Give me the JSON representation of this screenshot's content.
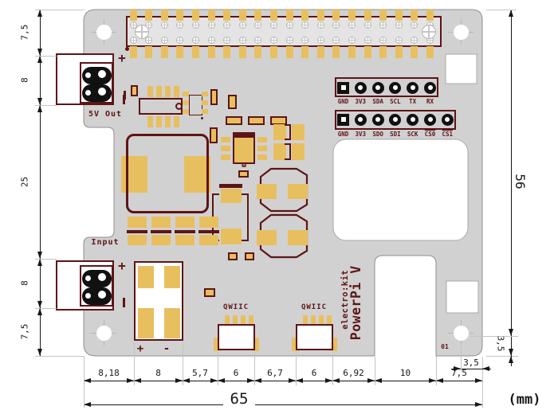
{
  "silkscreen": {
    "power_out_label": "5V Out",
    "input_label": "Input",
    "qwiic_label": "QWIIC",
    "brand": "electro:kit",
    "product": "PowerPi V",
    "revision": "01",
    "plus": "+",
    "minus": "-"
  },
  "header1": {
    "labels": [
      "GND",
      "3V3",
      "SDA",
      "SCL",
      "TX",
      "RX"
    ],
    "overline": [
      0,
      0,
      0,
      0,
      0,
      0
    ]
  },
  "header2": {
    "labels": [
      "GND",
      "3V3",
      "SDO",
      "SDI",
      "SCK",
      "CS0",
      "CS1"
    ],
    "overline": [
      0,
      0,
      0,
      0,
      0,
      1,
      1
    ]
  },
  "dimensions": {
    "left_chain": [
      "7,5",
      "8",
      "25",
      "8",
      "7,5"
    ],
    "bottom_chain": [
      "8,18",
      "8",
      "5,7",
      "6",
      "6,7",
      "6",
      "6,92",
      "10",
      "7,5"
    ],
    "board_width": "65",
    "board_height": "56",
    "hole_offset_x": "3,5",
    "hole_offset_y": "3,5",
    "units": "(mm)"
  },
  "colors": {
    "board": "#d1d1d1",
    "silkscreen_red": "#5e1416",
    "pad_gold": "#e8bf5f",
    "dimension": "#171717",
    "extension_line": "#c4c4c4"
  }
}
